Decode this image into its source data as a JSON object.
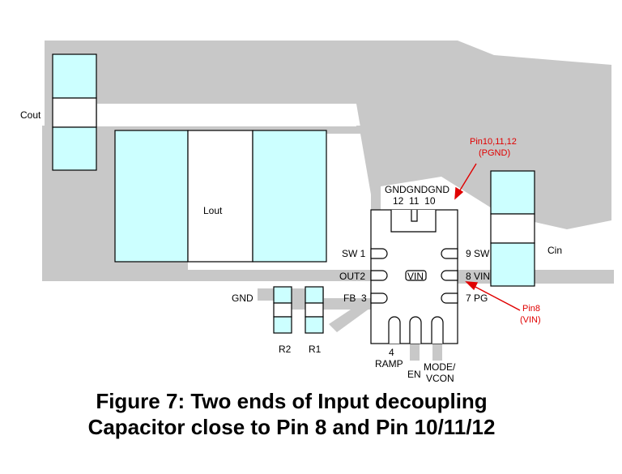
{
  "labels": {
    "cout": "Cout",
    "lout": "Lout",
    "cin": "Cin",
    "gnd": "GND",
    "r2": "R2",
    "r1": "R1",
    "gnd_top": "GNDGNDGND",
    "gnd_nums": "12  11  10",
    "pin_sw1": "SW 1",
    "pin_out2": "OUT2",
    "pin_fb3": "FB  3",
    "pin_vin_center": "VIN",
    "pin_sw9": "9 SW",
    "pin_vin8": "8 VIN",
    "pin_pg7": "7 PG",
    "pin4_num": "4",
    "pin4_name": "RAMP",
    "en": "EN",
    "mode": "MODE/",
    "vcon": "VCON"
  },
  "annotations": {
    "pgnd_line1": "Pin10,11,12",
    "pgnd_line2": "(PGND)",
    "vin_line1": "Pin8",
    "vin_line2": "(VIN)"
  },
  "caption": {
    "line1": "Figure 7: Two ends of Input decoupling",
    "line2": "Capacitor close to Pin 8 and Pin 10/11/12"
  },
  "colors": {
    "copper": "#c8c8c8",
    "pad": "#ccffff",
    "annotation": "#e00000",
    "outline": "#000000"
  }
}
